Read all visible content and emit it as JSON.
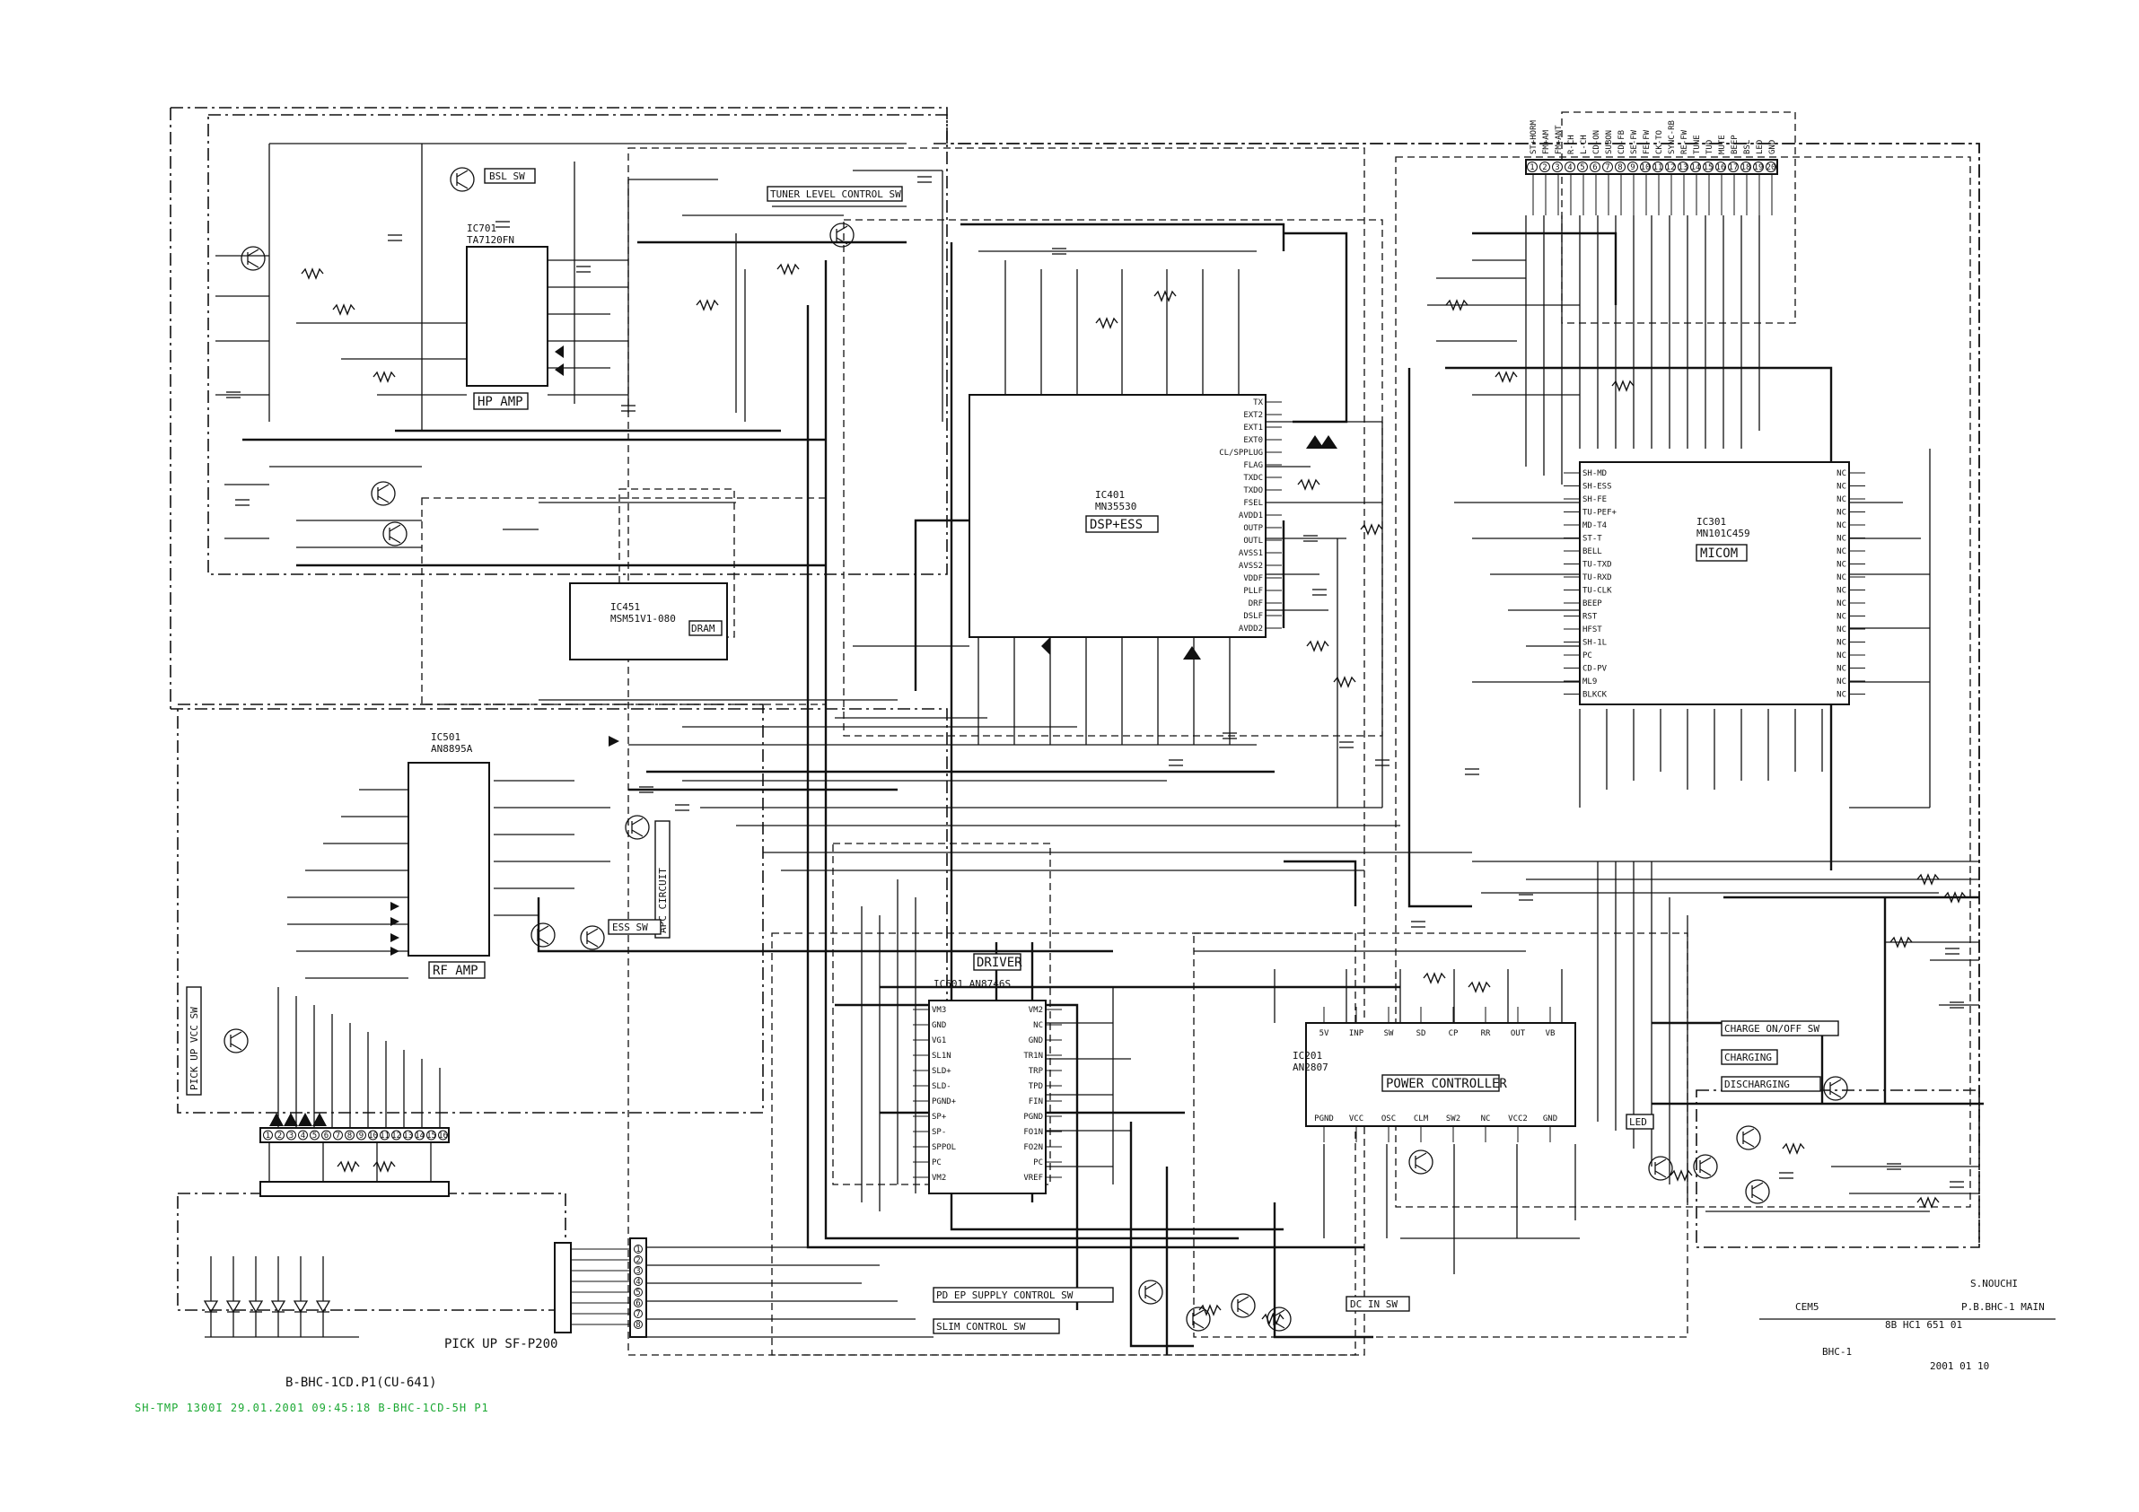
{
  "title_block": {
    "author": "S.NOUCHI",
    "board": "P.B.BHC-1 MAIN",
    "doc_no": "8B  HC1  651  01",
    "code": "CEM5",
    "sheet": "BHC-1",
    "date": "2001  01  10"
  },
  "footer_stamp": "SH-TMP 1300I 29.01.2001 09:45:18 B-BHC-1CD-5H P1",
  "ic_labels": {
    "ic701": "IC701\nTA7120FN",
    "ic701_func": "HP AMP",
    "ic401": "IC401\nMN35530",
    "ic401_func": "DSP+ESS",
    "ic301": "IC301\nMN101C459",
    "ic301_func": "MICOM",
    "ic451": "IC451\nMSM51V1-080",
    "ic451_func": "DRAM",
    "ic501": "IC501\nAN8895A",
    "ic501_func": "RF AMP",
    "ic601": "IC601 AN8746S",
    "ic601_func": "DRIVER",
    "ic201": "IC201\nAN2807",
    "ic201_func": "POWER CONTROLLER"
  },
  "block_labels": {
    "bsl": "BSL SW",
    "tuner_level": "TUNER LEVEL CONTROL SW",
    "apc": "APC CIRCUIT",
    "ess_sw": "ESS SW",
    "pickup_vcc": "PICK UP VCC SW",
    "pd_ep_supply": "PD EP SUPPLY CONTROL SW",
    "slim_control": "SLIM CONTROL SW",
    "dc_in": "DC IN SW",
    "charge": "CHARGE ON/OFF SW",
    "charging": "CHARGING",
    "discharging": "DISCHARGING",
    "pickup": "PICK UP SF-P200",
    "bottom_board": "B-BHC-1CD.P1(CU-641)",
    "led": "LED"
  },
  "connectors": {
    "cn801_pins": [
      "1",
      "2",
      "3",
      "4",
      "5",
      "6",
      "7",
      "8",
      "9",
      "10",
      "11",
      "12",
      "13",
      "14",
      "15",
      "16",
      "17",
      "18",
      "19",
      "20"
    ],
    "cn501_pins": [
      "1",
      "2",
      "3",
      "4",
      "5",
      "6",
      "7",
      "8",
      "9",
      "10",
      "11",
      "12",
      "13",
      "14",
      "15",
      "16"
    ],
    "cn601_pins": [
      "1",
      "2",
      "3",
      "4",
      "5",
      "6",
      "7",
      "8"
    ]
  },
  "cn801_signals": [
    "ST+HORM",
    "FM+AM",
    "FM+ANT",
    "R-CH",
    "L-CH",
    "CD-ON",
    "SUBON",
    "CD-FB",
    "SE-FW",
    "FE-FW",
    "CK-TO",
    "SYNC-RB",
    "RE-FW",
    "TUNE",
    "TUD",
    "MUTE",
    "BEEP",
    "BSL",
    "LED",
    "GND"
  ],
  "ic301_left_pins": [
    "SH-MD",
    "SH-ESS",
    "SH-FE",
    "TU-PEF+",
    "MD-T4",
    "ST-T",
    "BELL",
    "TU-TXD",
    "TU-RXD",
    "TU-CLK",
    "BEEP",
    "RST",
    "HFST",
    "SH-1L",
    "PC",
    "CD-PV",
    "ML9",
    "BLKCK"
  ],
  "ic301_right_pins": [
    "NC",
    "NC",
    "NC",
    "NC",
    "NC",
    "NC",
    "NC",
    "NC",
    "NC",
    "NC",
    "NC",
    "NC",
    "NC",
    "NC",
    "NC",
    "NC",
    "NC",
    "NC"
  ],
  "ic401_right_pins": [
    "TX",
    "EXT2",
    "EXT1",
    "EXT0",
    "CL/SPPLUG",
    "FLAG",
    "TXDC",
    "TXDO",
    "FSEL",
    "AVDD1",
    "OUTP",
    "OUTL",
    "AVSS1",
    "AVSS2",
    "VDDF",
    "PLLF",
    "DRF",
    "DSLF",
    "AVDD2"
  ],
  "ic201_top_pins": [
    "5V",
    "INP",
    "SW",
    "SD",
    "CP",
    "RR",
    "OUT",
    "VB"
  ],
  "ic201_bottom_pins": [
    "PGND",
    "VCC",
    "OSC",
    "CLM",
    "SW2",
    "NC",
    "VCC2",
    "GND"
  ],
  "ic601_left_pins": [
    "VM3",
    "GND",
    "VG1",
    "SL1N",
    "SLD+",
    "SLD-",
    "PGND+",
    "SP+",
    "SP-",
    "SPPOL",
    "PC",
    "VM2"
  ],
  "ic601_right_pins": [
    "VM2",
    "NC",
    "GND",
    "TR1N",
    "TRP",
    "TPD",
    "FIN",
    "PGND",
    "FO1N",
    "FO2N",
    "PC",
    "VREF"
  ]
}
